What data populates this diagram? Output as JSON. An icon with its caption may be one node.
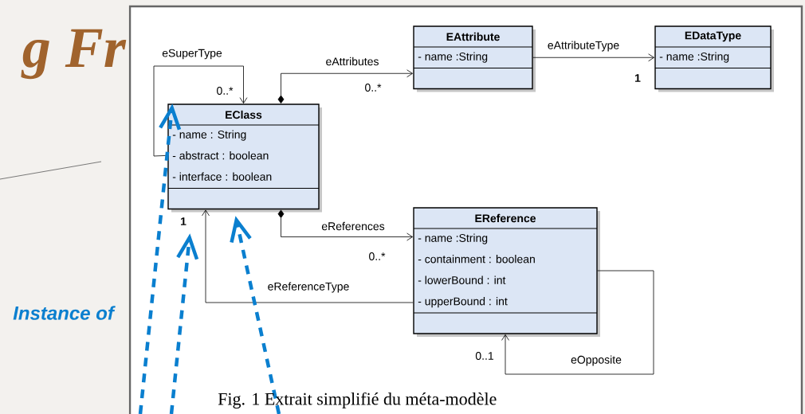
{
  "diagram": {
    "caption": "Fig. 1 Extrait simplifié du méta-modèle",
    "nodes": [
      {
        "text": [
          "EClass",
          "- name : String",
          "- abstract : boolean",
          "- interface : boolean"
        ]
      },
      {
        "text": [
          "EAttribute",
          "- name :String"
        ]
      },
      {
        "text": [
          "EDataType",
          "- name :String"
        ]
      },
      {
        "text": [
          "EReference",
          "- name :String",
          "- containment : boolean",
          "- lowerBound : int",
          "- upperBound : int"
        ]
      }
    ],
    "edges": [
      {
        "from": 0,
        "to": 0,
        "arrow": "to",
        "label": "eSuperType"
      },
      {
        "from": 0,
        "to": 1,
        "arrow": "to",
        "label": "eAttributes"
      },
      {
        "from": 1,
        "to": 2,
        "arrow": "to",
        "label": "eAttributeType"
      },
      {
        "from": 0,
        "to": 3,
        "arrow": "to",
        "label": "eReferences"
      },
      {
        "from": 3,
        "to": 0,
        "arrow": "to",
        "label": "eReferenceType"
      },
      {
        "from": 3,
        "to": 3,
        "arrow": "to",
        "label": "eOpposite"
      },
      {
        "from": null,
        "to": 0,
        "arrow": "to",
        "style": "dashed",
        "color": "#0a7fcf"
      },
      {
        "from": null,
        "to": 0,
        "arrow": "to",
        "style": "dashed",
        "color": "#0a7fcf"
      },
      {
        "from": null,
        "to": 0,
        "arrow": "to",
        "style": "dashed",
        "color": "#0a7fcf"
      }
    ],
    "labels": [
      "g Fr",
      "0..*",
      "0..*",
      "1",
      "1",
      "0..*",
      "Instance of",
      "0..1"
    ]
  }
}
